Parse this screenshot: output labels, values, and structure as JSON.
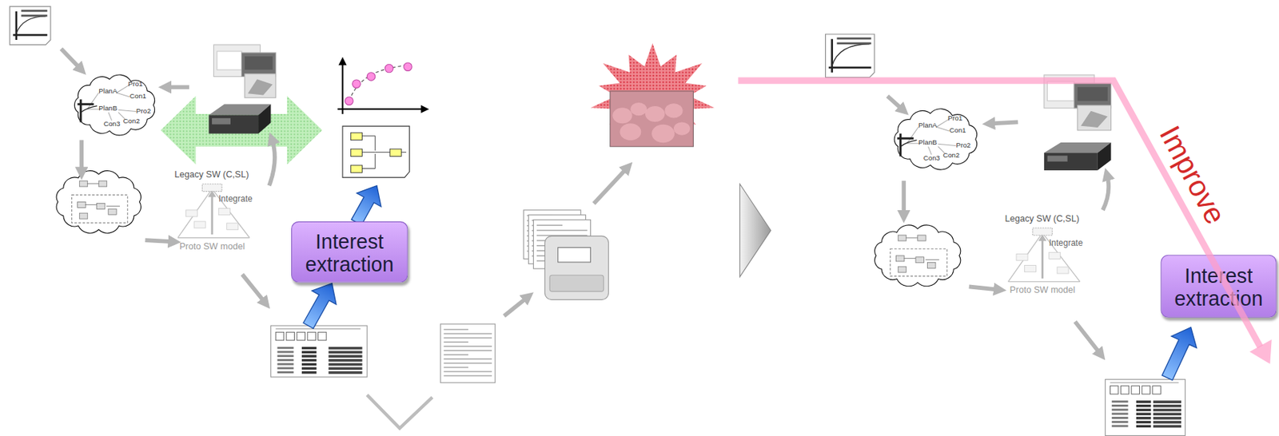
{
  "diagram": {
    "nodes": [
      {
        "text": [
          "PlanA",
          "Pro1",
          "Con1",
          "PlanB",
          "Pro2",
          "Con3",
          "Con2"
        ]
      },
      {
        "text": [
          "Legacy SW (C,SL)",
          "Integrate",
          "Proto SW model"
        ]
      },
      {
        "text": [
          "Interest extraction"
        ]
      },
      {
        "text": [
          "PlanA",
          "Pro1",
          "Con1",
          "PlanB",
          "Pro2",
          "Con3",
          "Con2"
        ]
      },
      {
        "text": [
          "Legacy SW (C,SL)",
          "Integrate",
          "Proto SW model"
        ]
      },
      {
        "text": [
          "Interest extraction"
        ]
      }
    ],
    "labels": [
      "Improve"
    ]
  }
}
